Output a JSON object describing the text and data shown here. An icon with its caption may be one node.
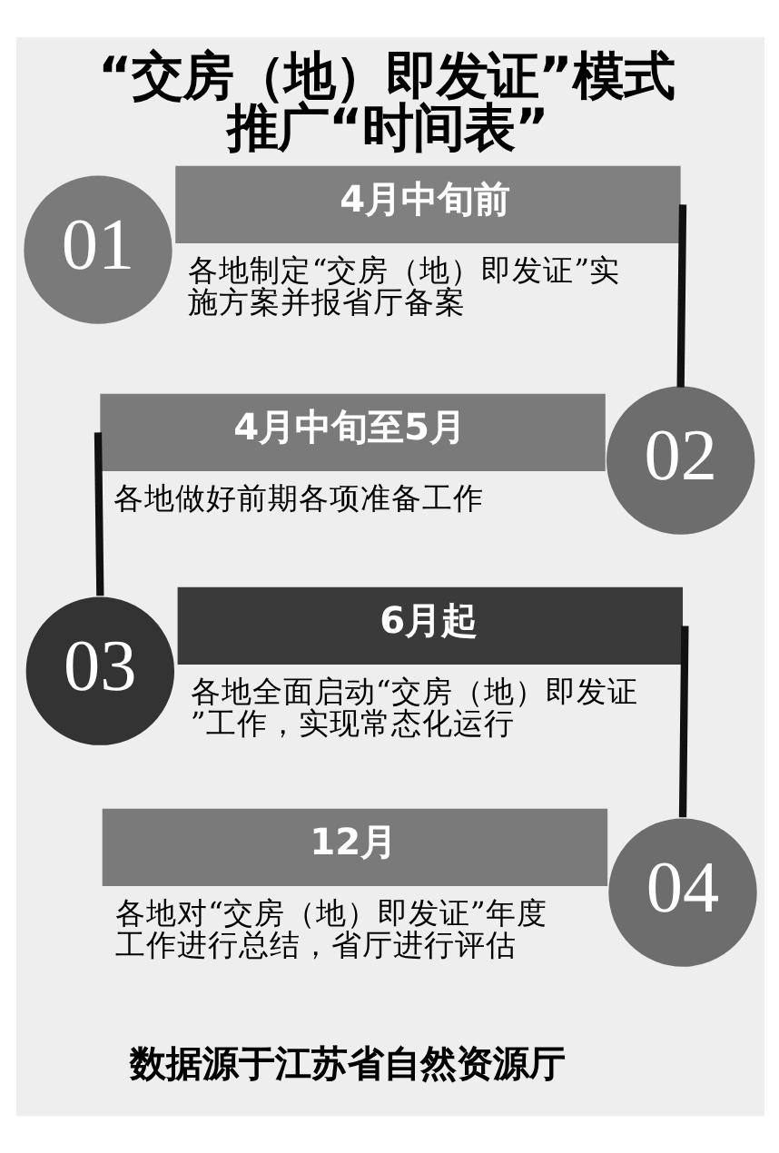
{
  "diagram": {
    "title": "“交房（地）即发证”模式推广“时间表”",
    "nodes": [
      {
        "text": [
          "01"
        ]
      },
      {
        "text": [
          "4月中旬前"
        ],
        "beside": [
          "各地制定“交房（地）即发证”实施方案并报省厅备案"
        ]
      },
      {
        "text": [
          "4月中旬至5月"
        ],
        "beside": [
          "各地做好前期各项准备工作"
        ]
      },
      {
        "text": [
          "02"
        ]
      },
      {
        "text": [
          "03"
        ]
      },
      {
        "text": [
          "6月起"
        ],
        "beside": [
          "各地全面启动“交房（地）即发证”工作，实现常态化运行"
        ]
      },
      {
        "text": [
          "12月"
        ],
        "beside": [
          "各地对“交房（地）即发证”年度工作进行总结，省厅进行评估"
        ]
      },
      {
        "text": [
          "04"
        ]
      }
    ],
    "edges": [
      {
        "from": 1,
        "to": 3,
        "arrow": "none"
      },
      {
        "from": 2,
        "to": 4,
        "arrow": "none"
      },
      {
        "from": 5,
        "to": 7,
        "arrow": "none"
      }
    ],
    "labels": [
      "数据源于江苏省自然资源厅"
    ]
  }
}
